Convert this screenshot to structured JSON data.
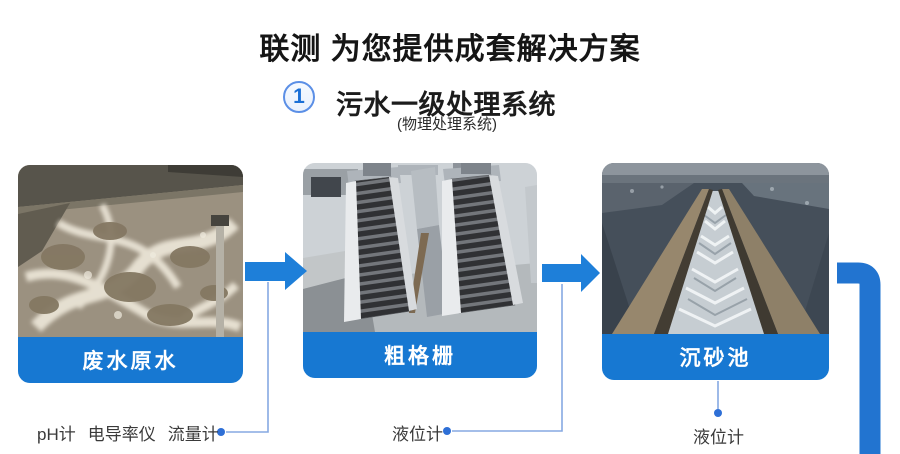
{
  "page": {
    "title": "联测 为您提供成套解决方案",
    "section": {
      "number": "1",
      "title": "污水一级处理系统",
      "subtitle": "(物理处理系统)"
    }
  },
  "steps": [
    {
      "label": "废水原水",
      "photo": "aeration-tank"
    },
    {
      "label": "粗格栅",
      "photo": "mechanical-bar-screens"
    },
    {
      "label": "沉砂池",
      "photo": "grit-chamber-channel"
    }
  ],
  "annotations": {
    "step1_instruments": [
      "pH计",
      "电导率仪",
      "流量计"
    ],
    "step2_instrument": "液位计",
    "step3_instrument": "液位计"
  },
  "colors": {
    "primary_blue": "#1778d2",
    "arrow_blue": "#1e7fd9",
    "pipe_blue": "#2274d0",
    "connector_line_blue": "#86a9e2",
    "connector_dot_blue": "#2e6fd6"
  }
}
